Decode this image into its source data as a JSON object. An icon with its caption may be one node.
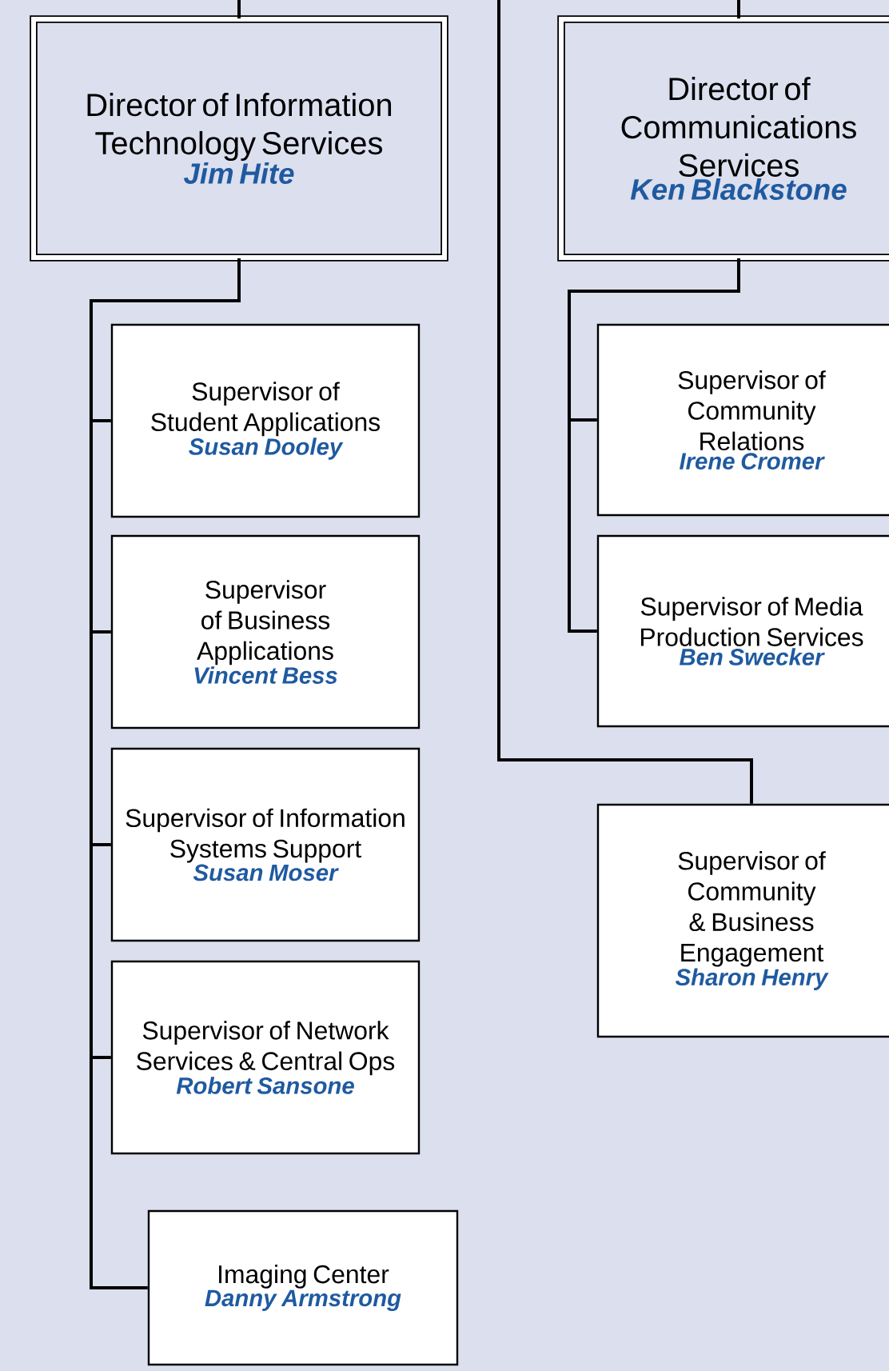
{
  "diagram": {
    "nodes": [
      {
        "text": [
          "Director of Information Technology Services",
          "Jim Hite"
        ]
      },
      {
        "text": [
          "Director of Communications Services",
          "Ken Blackstone"
        ]
      },
      {
        "text": [
          "Supervisor of Student Applications",
          "Susan Dooley"
        ]
      },
      {
        "text": [
          "Supervisor of Business Applications",
          "Vincent Bess"
        ]
      },
      {
        "text": [
          "Supervisor of Information Systems Support",
          "Susan Moser"
        ]
      },
      {
        "text": [
          "Supervisor of Network Services & Central Ops",
          "Robert Sansone"
        ]
      },
      {
        "text": [
          "Imaging Center",
          "Danny Armstrong"
        ]
      },
      {
        "text": [
          "Supervisor of Community Relations",
          "Irene Cromer"
        ]
      },
      {
        "text": [
          "Supervisor of Media Production Services",
          "Ben Swecker"
        ]
      },
      {
        "text": [
          "Supervisor of Community & Business Engagement",
          "Sharon Henry"
        ]
      }
    ],
    "edges": [
      {
        "from": null,
        "to": 0,
        "arrow": "none"
      },
      {
        "from": null,
        "to": 1,
        "arrow": "none"
      },
      {
        "from": null,
        "to": 9,
        "arrow": "none"
      },
      {
        "from": 0,
        "to": 2,
        "arrow": "none"
      },
      {
        "from": 0,
        "to": 3,
        "arrow": "none"
      },
      {
        "from": 0,
        "to": 4,
        "arrow": "none"
      },
      {
        "from": 0,
        "to": 5,
        "arrow": "none"
      },
      {
        "from": 0,
        "to": 6,
        "arrow": "none"
      },
      {
        "from": 1,
        "to": 7,
        "arrow": "none"
      },
      {
        "from": 1,
        "to": 8,
        "arrow": "none"
      }
    ]
  }
}
